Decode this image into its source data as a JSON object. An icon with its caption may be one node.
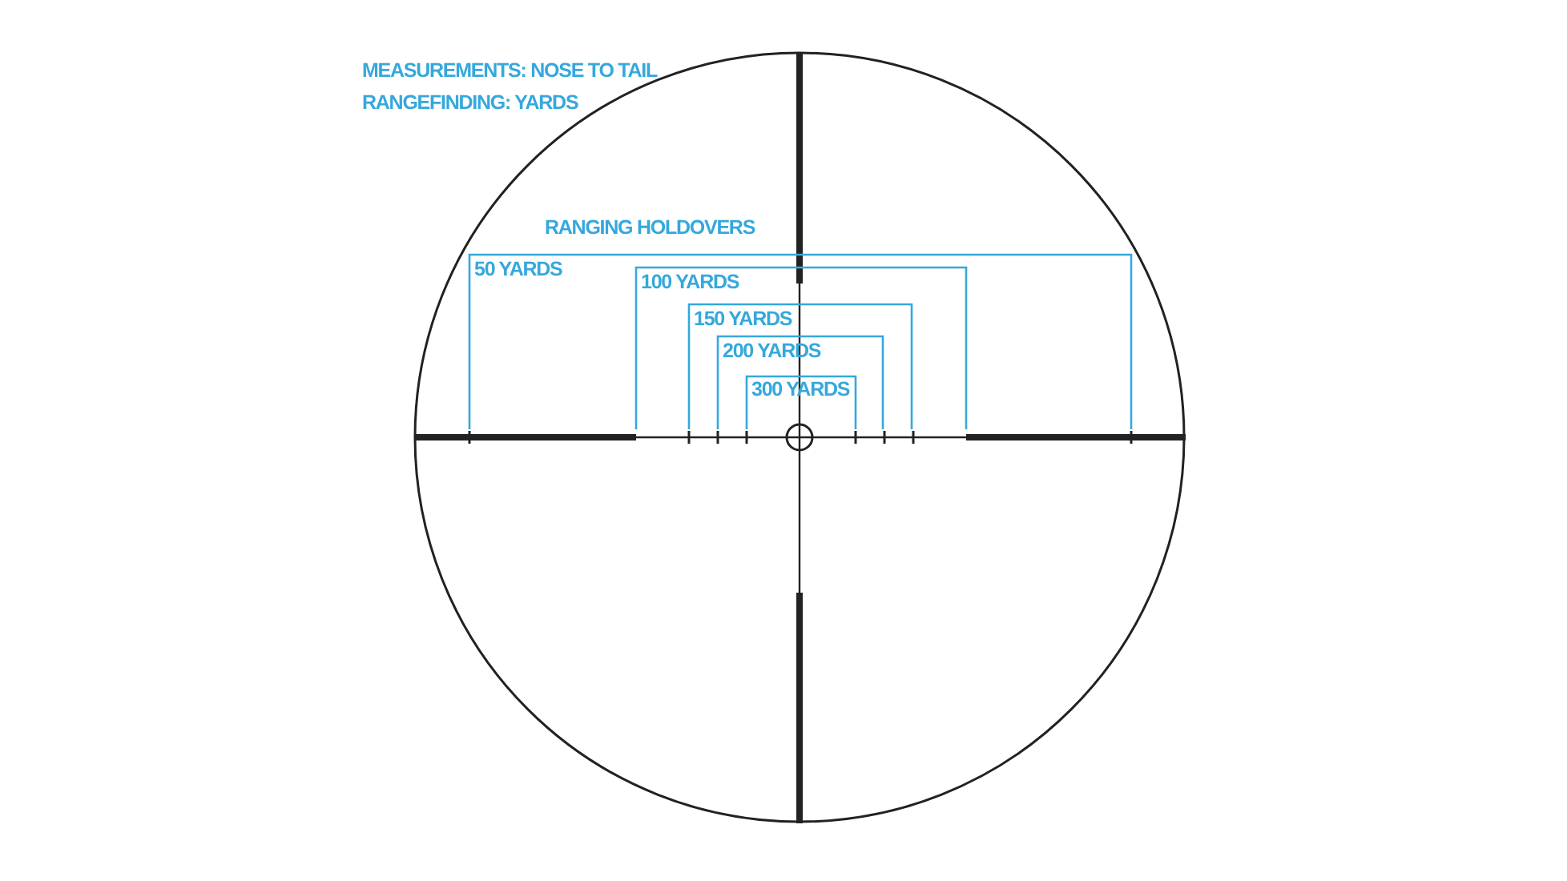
{
  "diagram": {
    "labels": [
      "MEASUREMENTS: NOSE TO TAIL",
      "RANGEFINDING: YARDS",
      "RANGING HOLDOVERS",
      "50 YARDS",
      "100 YARDS",
      "150 YARDS",
      "200 YARDS",
      "300 YARDS"
    ]
  }
}
